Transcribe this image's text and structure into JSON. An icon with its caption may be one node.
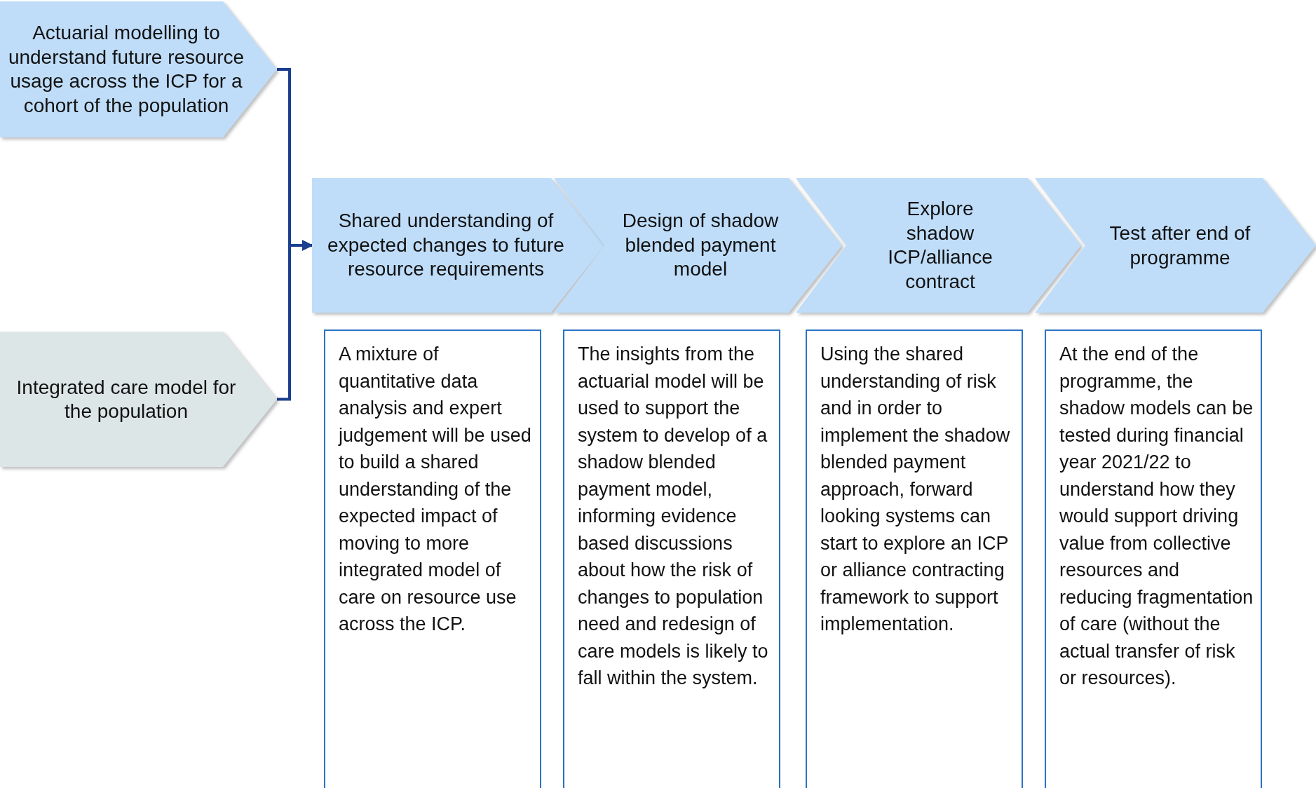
{
  "diagram": {
    "nodes": [
      {
        "text": [
          "Actuarial modelling to understand future resource usage across the ICP for a cohort of the population"
        ]
      },
      {
        "text": [
          "Integrated  care model for the population"
        ]
      },
      {
        "text": [
          "Shared understanding of expected changes to future resource requirements"
        ]
      },
      {
        "text": [
          "Design of shadow blended payment model"
        ]
      },
      {
        "text": [
          "Explore shadow ICP/alliance contract"
        ]
      },
      {
        "text": [
          "Test after end of programme"
        ]
      },
      {
        "text": [
          "A mixture of quantitative  data analysis and expert judgement will be used to build a shared understanding of the expected impact of moving to more integrated model of care on resource use across the ICP."
        ]
      },
      {
        "text": [
          "The insights from the actuarial model will be used to support the system to develop of a shadow blended payment model, informing evidence based discussions about how the risk of changes to population  need and redesign of care models is likely to fall within the system."
        ]
      },
      {
        "text": [
          "Using the shared understanding of risk and in order to implement the shadow blended payment approach, forward looking systems can start to explore an ICP or alliance contracting framework to support implementation."
        ]
      },
      {
        "text": [
          "At the end of the programme, the shadow models can be tested during financial year 2021/22 to understand how they would support driving value from collective resources and reducing fragmentation  of care (without the actual transfer of risk or resources)."
        ]
      }
    ],
    "edges": [
      {
        "from": 0,
        "to": 2,
        "arrow": "to"
      },
      {
        "from": 1,
        "to": 2,
        "arrow": "to"
      }
    ]
  }
}
